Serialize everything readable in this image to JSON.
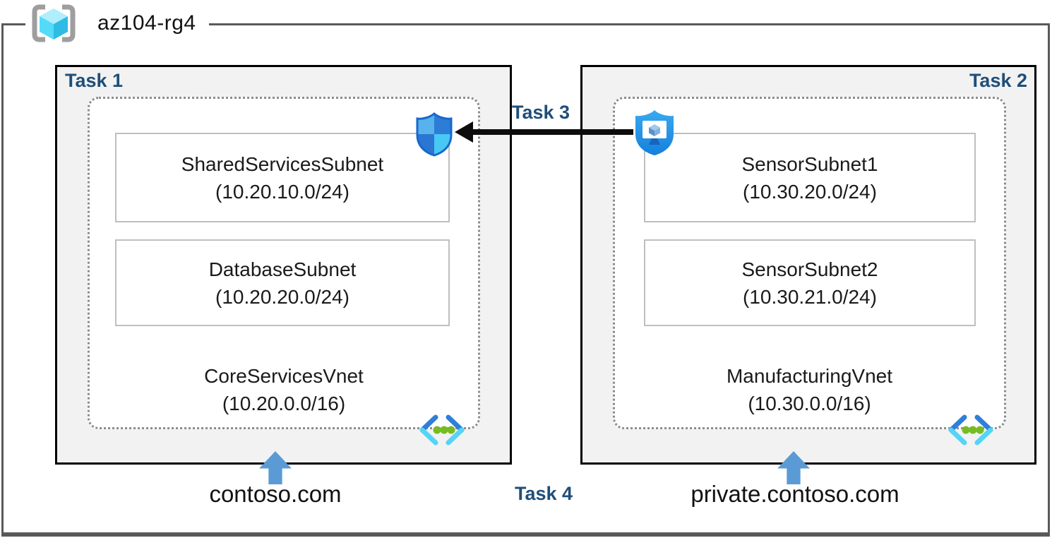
{
  "resource_group": {
    "name": "az104-rg4"
  },
  "labels": {
    "task1": "Task 1",
    "task2": "Task 2",
    "task3": "Task 3",
    "task4": "Task 4"
  },
  "vnets": [
    {
      "name": "CoreServicesVnet",
      "cidr": "(10.20.0.0/16)",
      "dns_label": "contoso.com",
      "subnets": [
        {
          "name": "SharedServicesSubnet",
          "cidr": "(10.20.10.0/24)"
        },
        {
          "name": "DatabaseSubnet",
          "cidr": "(10.20.20.0/24)"
        }
      ]
    },
    {
      "name": "ManufacturingVnet",
      "cidr": "(10.30.0.0/16)",
      "dns_label": "private.contoso.com",
      "subnets": [
        {
          "name": "SensorSubnet1",
          "cidr": "(10.30.20.0/24)"
        },
        {
          "name": "SensorSubnet2",
          "cidr": "(10.30.21.0/24)"
        }
      ]
    }
  ],
  "icons": {
    "resource_group": "azure-resource-group-icon",
    "nsg": "network-security-group-shield-icon",
    "bastion": "bastion-shield-monitor-icon",
    "vnet": "virtual-network-chevrons-icon",
    "dns_arrow": "blue-up-arrow",
    "task3_arrow": "black-left-arrow"
  },
  "colors": {
    "task_label": "#1F4E79",
    "box_fill": "#F2F2F2",
    "box_border": "#000000",
    "outer_border": "#595959",
    "dotted_border": "#8C8C8C",
    "subnet_border": "#BFBFBF",
    "dns_arrow_blue": "#5B9BD5",
    "vnet_green_dot": "#76BC21",
    "azure_blue": "#2E7FD8",
    "azure_cyan": "#55D4F6"
  }
}
